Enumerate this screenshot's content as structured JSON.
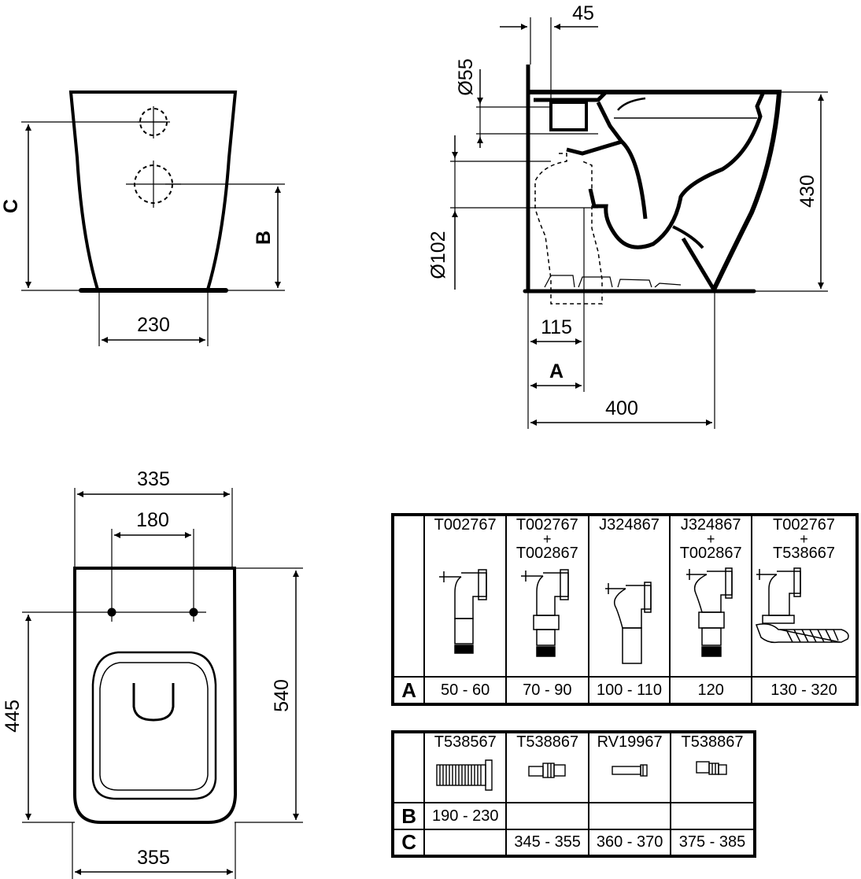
{
  "side_view": {
    "dims": {
      "top": "45",
      "diam_top": "Ø55",
      "diam_bottom": "Ø102",
      "height": "430",
      "offset": "115",
      "a_label": "A",
      "depth": "400"
    }
  },
  "rear_view": {
    "dims": {
      "width": "230",
      "b_label": "B",
      "c_label": "C"
    }
  },
  "top_view": {
    "dims": {
      "width_top": "335",
      "holes": "180",
      "width_bottom": "355",
      "length": "540",
      "hole_dist": "445"
    }
  },
  "table_a": {
    "row_label": "A",
    "columns": [
      {
        "lines": [
          "T002767"
        ],
        "value": "50 - 60",
        "icon": "pan-connector-straight-icon"
      },
      {
        "lines": [
          "T002767",
          "+",
          "T002867"
        ],
        "value": "70 - 90",
        "icon": "pan-connector-extended-icon"
      },
      {
        "lines": [
          "J324867"
        ],
        "value": "100 - 110",
        "icon": "pan-connector-offset-icon"
      },
      {
        "lines": [
          "J324867",
          "+",
          "T002867"
        ],
        "value": "120",
        "icon": "pan-connector-offset-extended-icon"
      },
      {
        "lines": [
          "T002767",
          "+",
          "T538667"
        ],
        "value": "130 - 320",
        "icon": "pan-connector-flexible-icon"
      }
    ]
  },
  "table_bc": {
    "row_b_label": "B",
    "row_c_label": "C",
    "columns": [
      {
        "code": "T538567",
        "b": "190 - 230",
        "c": "",
        "icon": "flexible-pipe-icon"
      },
      {
        "code": "T538867",
        "b": "",
        "c": "345 - 355",
        "icon": "short-pipe-icon"
      },
      {
        "code": "RV19967",
        "b": "",
        "c": "360 - 370",
        "icon": "straight-pipe-icon"
      },
      {
        "code": "T538867",
        "b": "",
        "c": "375 - 385",
        "icon": "short-pipe-icon"
      }
    ]
  }
}
